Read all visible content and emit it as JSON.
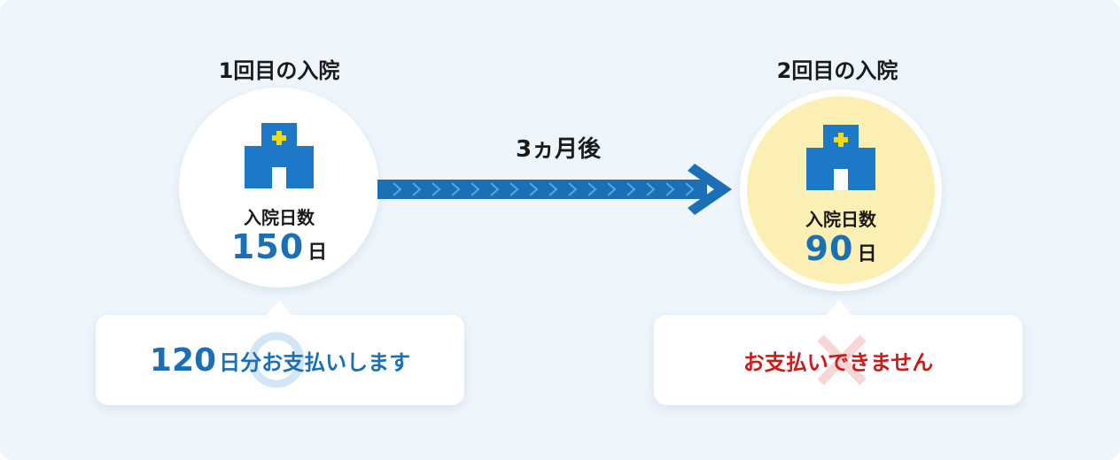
{
  "first_stay": {
    "title": "1回目の入院",
    "days_label": "入院日数",
    "days_value": "150",
    "days_unit": "日",
    "result_amount": "120",
    "result_text": "日分お支払いします",
    "icon": "hospital-icon",
    "result_icon": "circle-mark-icon"
  },
  "interval": {
    "label": "3ヵ月後"
  },
  "second_stay": {
    "title": "2回目の入院",
    "days_label": "入院日数",
    "days_value": "90",
    "days_unit": "日",
    "result_text": "お支払いできません",
    "icon": "hospital-icon",
    "result_icon": "cross-mark-icon"
  },
  "colors": {
    "background": "#eef5fb",
    "brand_blue": "#1b6fb5",
    "icon_blue": "#1e78c8",
    "cross_yellow": "#f5d90a",
    "highlight_circle": "#fbefb3",
    "deny_red": "#cc1b1b"
  }
}
